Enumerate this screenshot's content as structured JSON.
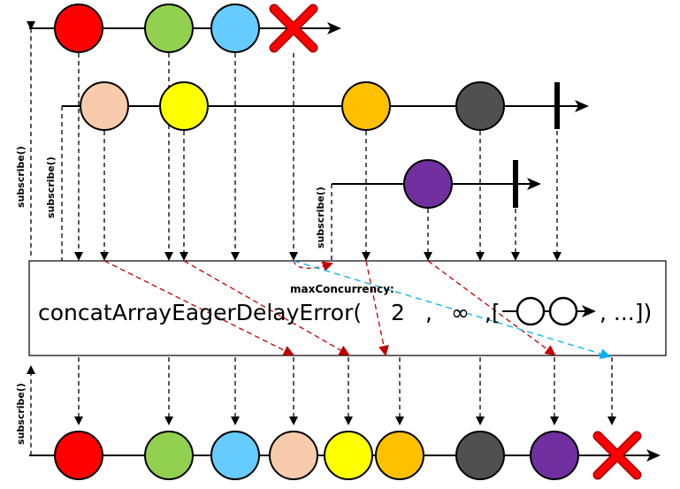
{
  "colors": {
    "red": "#ff0000",
    "green": "#92d050",
    "lightblue": "#66ccff",
    "peach": "#f8cbad",
    "yellow": "#ffff00",
    "orange": "#ffc000",
    "darkgray": "#505050",
    "purple": "#7030a0",
    "error_cross": "#ff0000",
    "eager_arrow": "#c00000",
    "error_arrow": "#00b0f0"
  },
  "subscribe_label": "subscribe()",
  "operator": {
    "max_concurrency_label": "maxConcurrency:",
    "text_name": "concatArrayEagerDelayError(",
    "text_concurrency": "2",
    "text_comma_1": ",",
    "text_prefetch": "∞",
    "text_comma_2": ",[",
    "text_tail": ", ...])"
  },
  "sources": [
    {
      "id": "source-1",
      "items": [
        "red",
        "green",
        "lightblue"
      ],
      "termination": "error"
    },
    {
      "id": "source-2",
      "items": [
        "peach",
        "yellow",
        "orange",
        "darkgray"
      ],
      "termination": "complete"
    },
    {
      "id": "source-3",
      "items": [
        "purple"
      ],
      "termination": "complete"
    }
  ],
  "output": {
    "items": [
      "red",
      "green",
      "lightblue",
      "peach",
      "yellow",
      "orange",
      "darkgray",
      "purple"
    ],
    "termination": "error"
  }
}
